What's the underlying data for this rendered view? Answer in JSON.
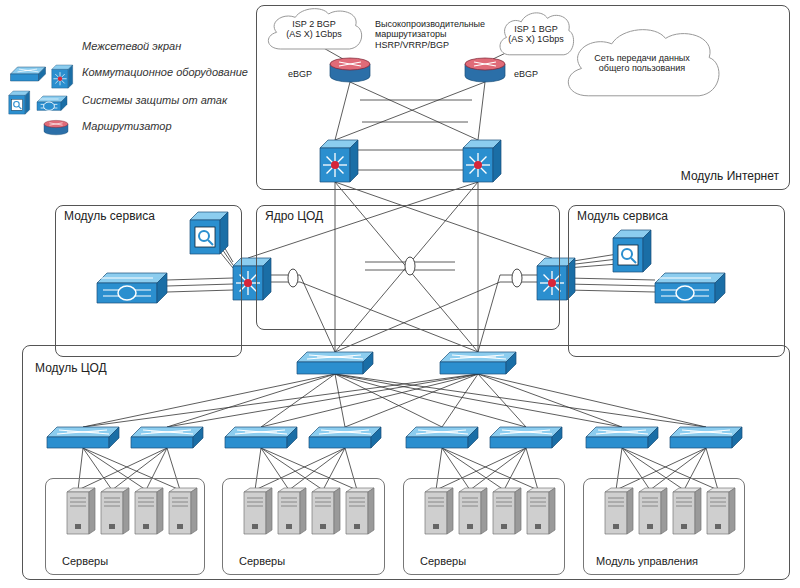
{
  "diagram": {
    "nodes": [
      {
        "text": [
          "Модуль Интернет"
        ]
      },
      {
        "text": [
          "ISP 2 BGP (AS X) 1Gbps"
        ],
        "in": 0
      },
      {
        "text": [
          "ISP 1 BGP (AS X) 1Gbps"
        ],
        "in": 0
      },
      {
        "text": [
          "Сеть передачи данных общего пользования"
        ],
        "in": 0
      },
      {
        "text": [
          "Модуль сервиса"
        ]
      },
      {
        "text": [
          "Ядро ЦОД"
        ]
      },
      {
        "text": [
          "Модуль сервиса"
        ]
      },
      {
        "text": [
          "Модуль ЦОД"
        ]
      },
      {
        "text": [
          "Серверы"
        ],
        "in": 7
      },
      {
        "text": [
          "Серверы"
        ],
        "in": 7
      },
      {
        "text": [
          "Серверы"
        ],
        "in": 7
      },
      {
        "text": [
          "Модуль управления"
        ],
        "in": 7
      }
    ],
    "labels": [
      "Высокопроизводительные маршрутизаторы HSRP/VRRP/BGP",
      "eBGP",
      "eBGP"
    ],
    "legend": [
      {
        "text": "Межсетевой экран"
      },
      {
        "text": "Коммутационное оборудование"
      },
      {
        "text": "Системы защиты от атак"
      },
      {
        "text": "Маршрутизатор"
      }
    ]
  }
}
